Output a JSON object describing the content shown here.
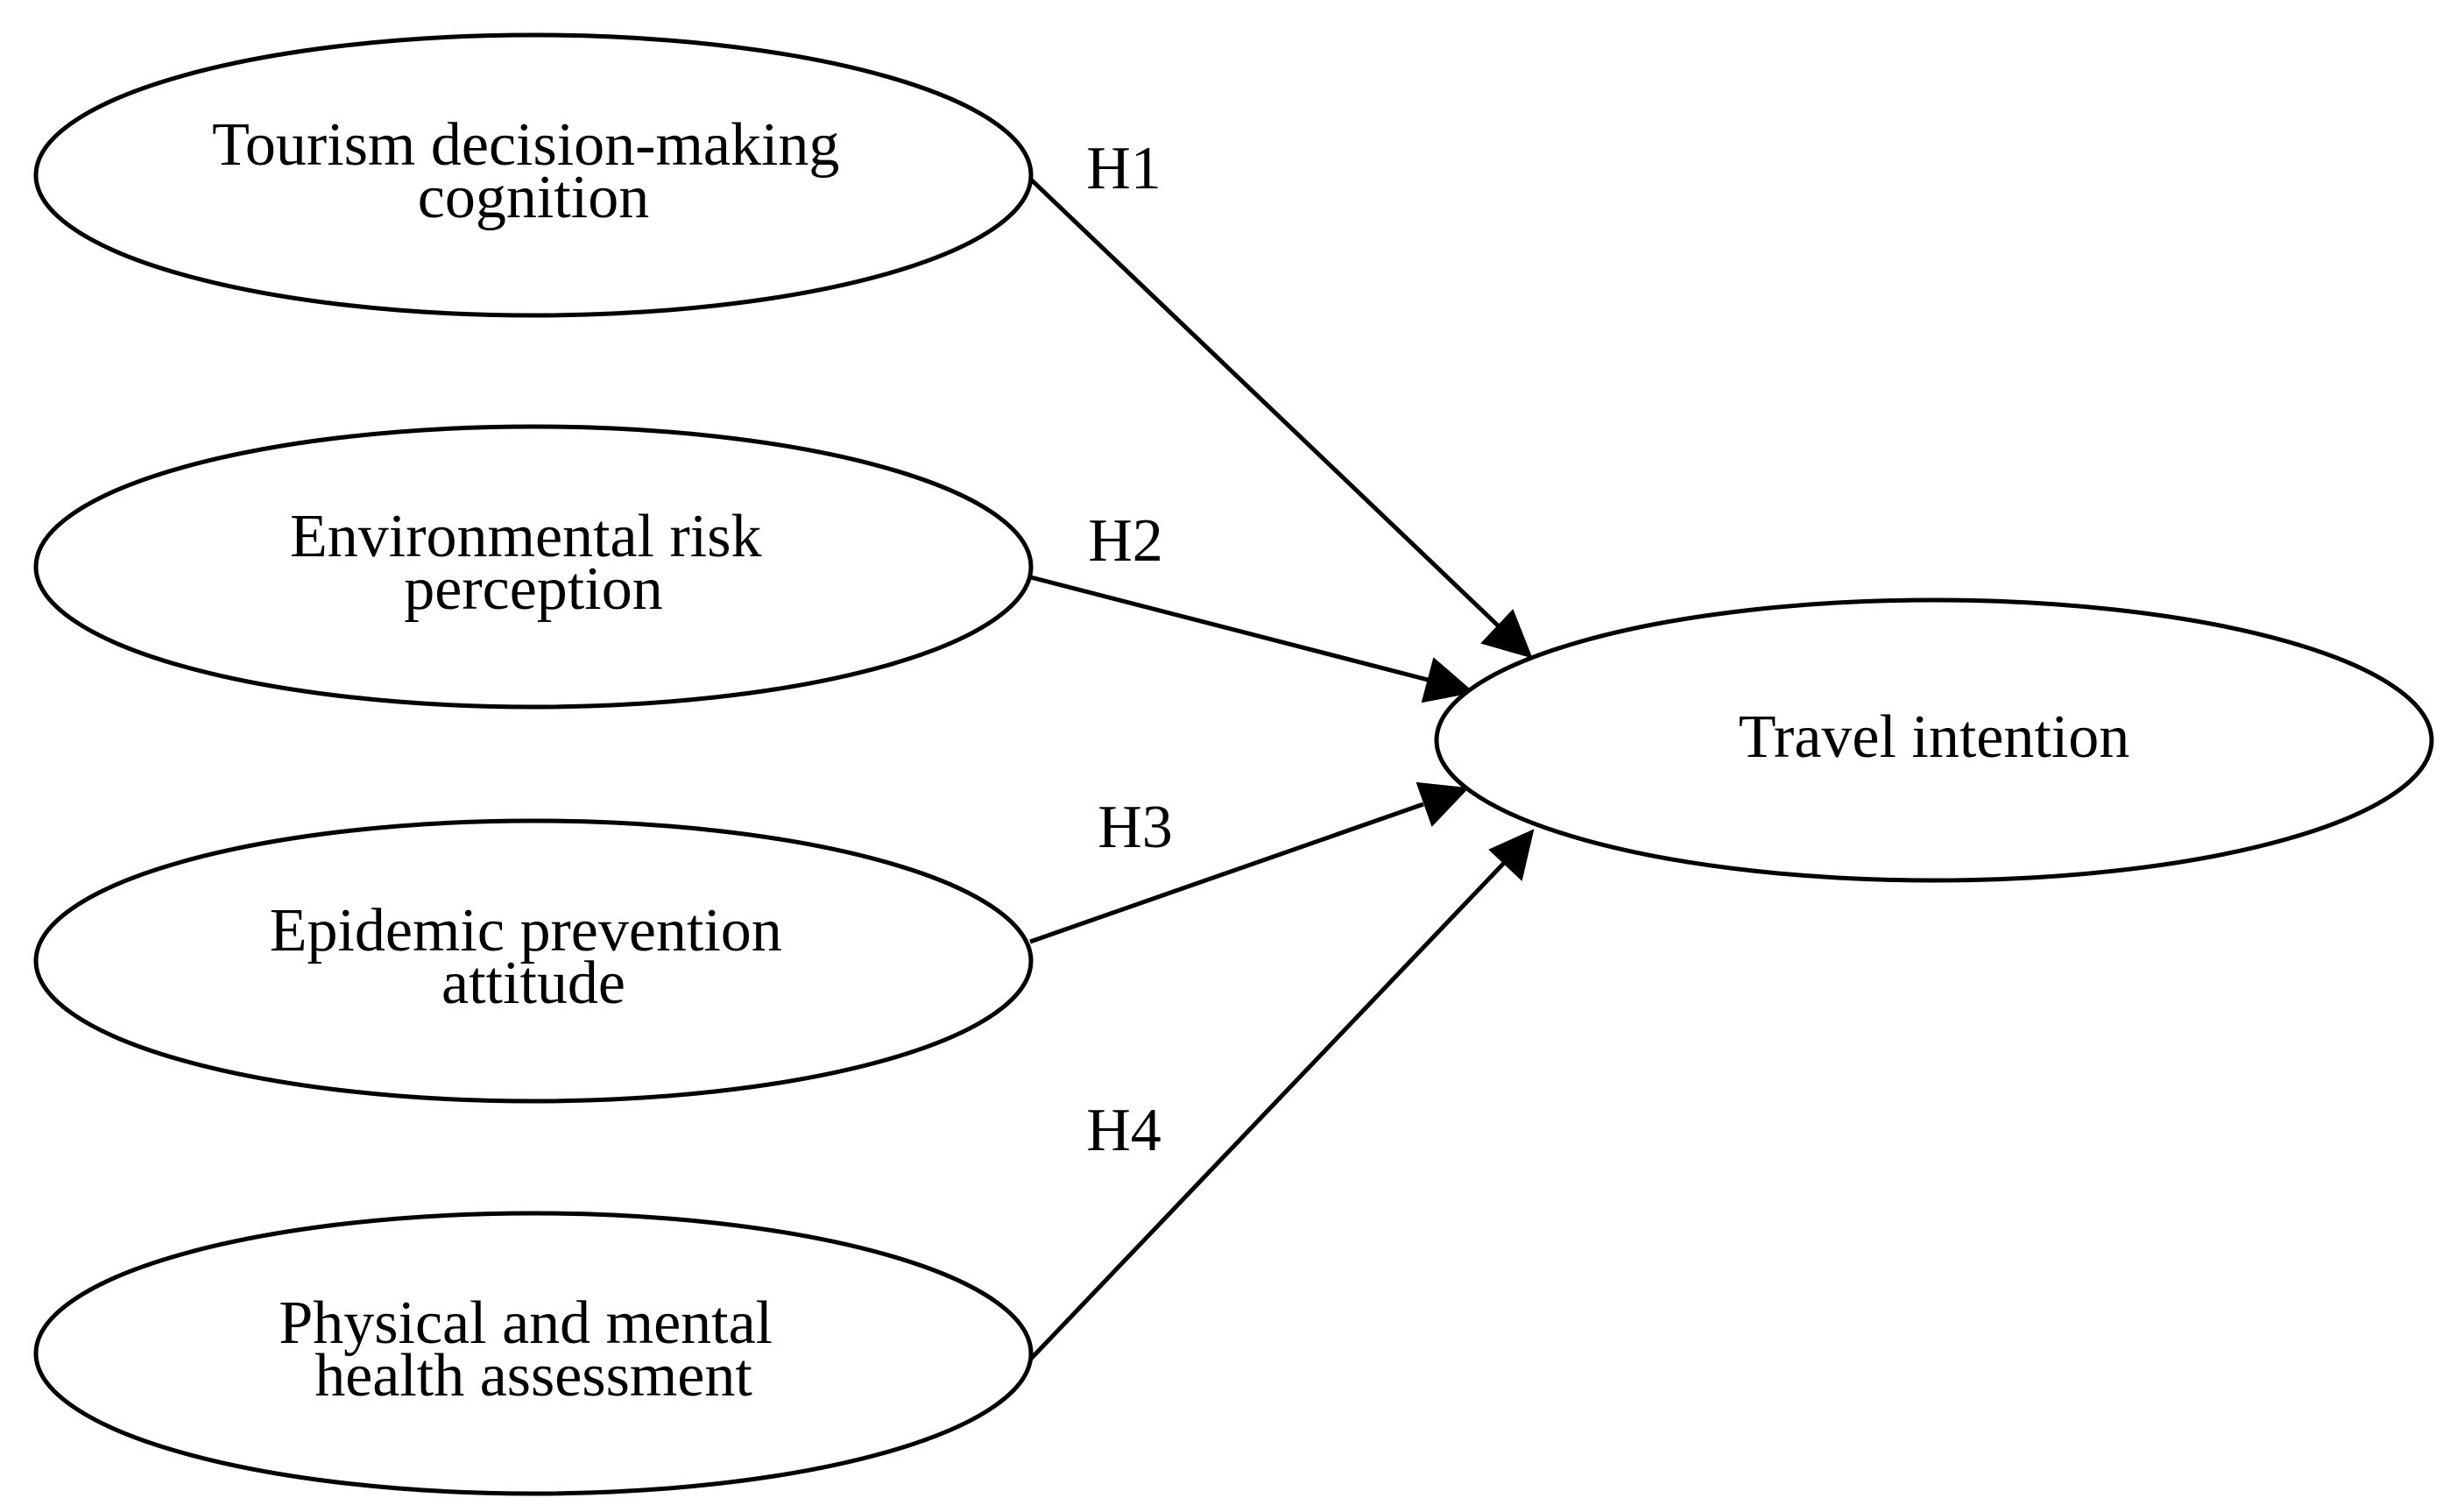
{
  "diagram": {
    "nodes": {
      "tourism": {
        "lines": [
          "Tourism decision-making",
          "cognition"
        ]
      },
      "environmental": {
        "lines": [
          "Environmental risk",
          "perception"
        ]
      },
      "epidemic": {
        "lines": [
          "Epidemic prevention",
          "attitude"
        ]
      },
      "health": {
        "lines": [
          "Physical and mental",
          "health assessment"
        ]
      },
      "travel": {
        "lines": [
          "Travel intention"
        ]
      }
    },
    "edges": [
      {
        "from": "tourism",
        "to": "travel",
        "label": "H1"
      },
      {
        "from": "environmental",
        "to": "travel",
        "label": "H2"
      },
      {
        "from": "epidemic",
        "to": "travel",
        "label": "H3"
      },
      {
        "from": "health",
        "to": "travel",
        "label": "H4"
      }
    ]
  }
}
